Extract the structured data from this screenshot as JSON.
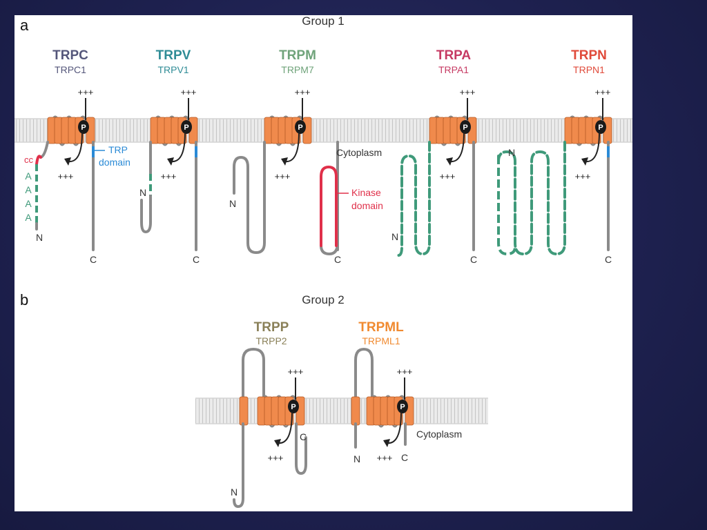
{
  "panel_a": {
    "letter": "a",
    "group_title": "Group 1",
    "cytoplasm_label": "Cytoplasm",
    "trp_domain_label": [
      "TRP",
      "domain"
    ],
    "kinase_domain_label": [
      "Kinase",
      "domain"
    ],
    "cc_label": "cc",
    "ankyrin_label": "A",
    "families": [
      {
        "family": "TRPC",
        "member": "TRPC1",
        "color": "#54567a"
      },
      {
        "family": "TRPV",
        "member": "TRPV1",
        "color": "#2f8c96"
      },
      {
        "family": "TRPM",
        "member": "TRPM7",
        "color": "#6fa37a"
      },
      {
        "family": "TRPA",
        "member": "TRPA1",
        "color": "#c63a63"
      },
      {
        "family": "TRPN",
        "member": "TRPN1",
        "color": "#e04a3a"
      }
    ]
  },
  "panel_b": {
    "letter": "b",
    "group_title": "Group 2",
    "cytoplasm_label": "Cytoplasm",
    "families": [
      {
        "family": "TRPP",
        "member": "TRPP2",
        "color": "#8a8058"
      },
      {
        "family": "TRPML",
        "member": "TRPML1",
        "color": "#f08a30"
      }
    ]
  },
  "common": {
    "charge_label": "+++",
    "pore_label": "P",
    "n_label": "N",
    "c_label": "C"
  },
  "colors": {
    "helix": "#f08a4c",
    "helix_stroke": "#b35a26",
    "chain": "#8a8a8a",
    "ankyrin": "#3f9a7a",
    "trp_domain": "#2a8ad6",
    "kinase_domain": "#e0304a",
    "cc": "#e0304a",
    "membrane_fill": "#ebebeb",
    "membrane_line": "#c4c4c4",
    "pore": "#1a1a1a"
  }
}
